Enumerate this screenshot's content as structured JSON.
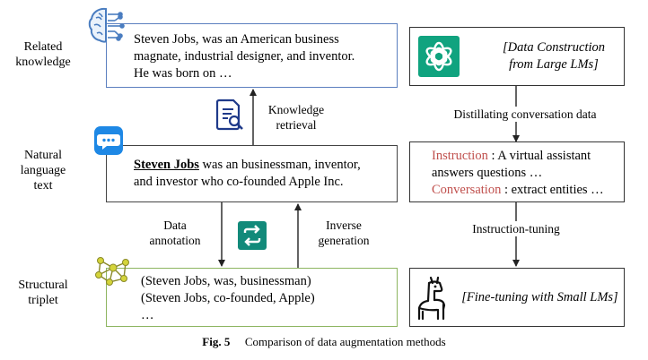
{
  "row_labels": {
    "related_knowledge": [
      "Related",
      "knowledge"
    ],
    "natural_language": [
      "Natural",
      "language",
      "text"
    ],
    "structural_triplet": [
      "Structural",
      "triplet"
    ]
  },
  "knowledge_box": {
    "lines": [
      "Steven Jobs, was an American business",
      "magnate, industrial designer, and inventor.",
      "He was born on …"
    ]
  },
  "text_box": {
    "entity": "Steven Jobs",
    "rest_line1": " was an businessman, inventor,",
    "line2": "and investor who co-founded Apple Inc."
  },
  "triplet_box": {
    "lines": [
      "(Steven Jobs, was, businessman)",
      "(Steven Jobs, co-founded, Apple)",
      "…"
    ]
  },
  "arrows": {
    "knowledge_retrieval": [
      "Knowledge",
      "retrieval"
    ],
    "data_annotation": [
      "Data",
      "annotation"
    ],
    "inverse_generation": [
      "Inverse",
      "generation"
    ],
    "distilling": "Distillating conversation data",
    "instruction_tuning": "Instruction-tuning"
  },
  "right_boxes": {
    "data_construction": [
      "[Data Construction",
      "from Large LMs]"
    ],
    "instruction_label": "Instruction",
    "instruction_text": " : A virtual assistant",
    "instruction_text2": "answers questions …",
    "conversation_label": "Conversation",
    "conversation_text": " : extract entities …",
    "fine_tuning": "[Fine-tuning with Small LMs]"
  },
  "caption": {
    "fig": "Fig. 5",
    "text": "Comparison of data augmentation methods"
  },
  "colors": {
    "knowledge_border": "#5b7fbf",
    "text_border": "#444444",
    "triplet_border": "#8db560",
    "red_label": "#c0504d",
    "openai_green": "#10a37f",
    "chat_blue": "#1e88e5",
    "refresh_teal": "#128a7a",
    "graph_yellow": "#c9c93a"
  }
}
